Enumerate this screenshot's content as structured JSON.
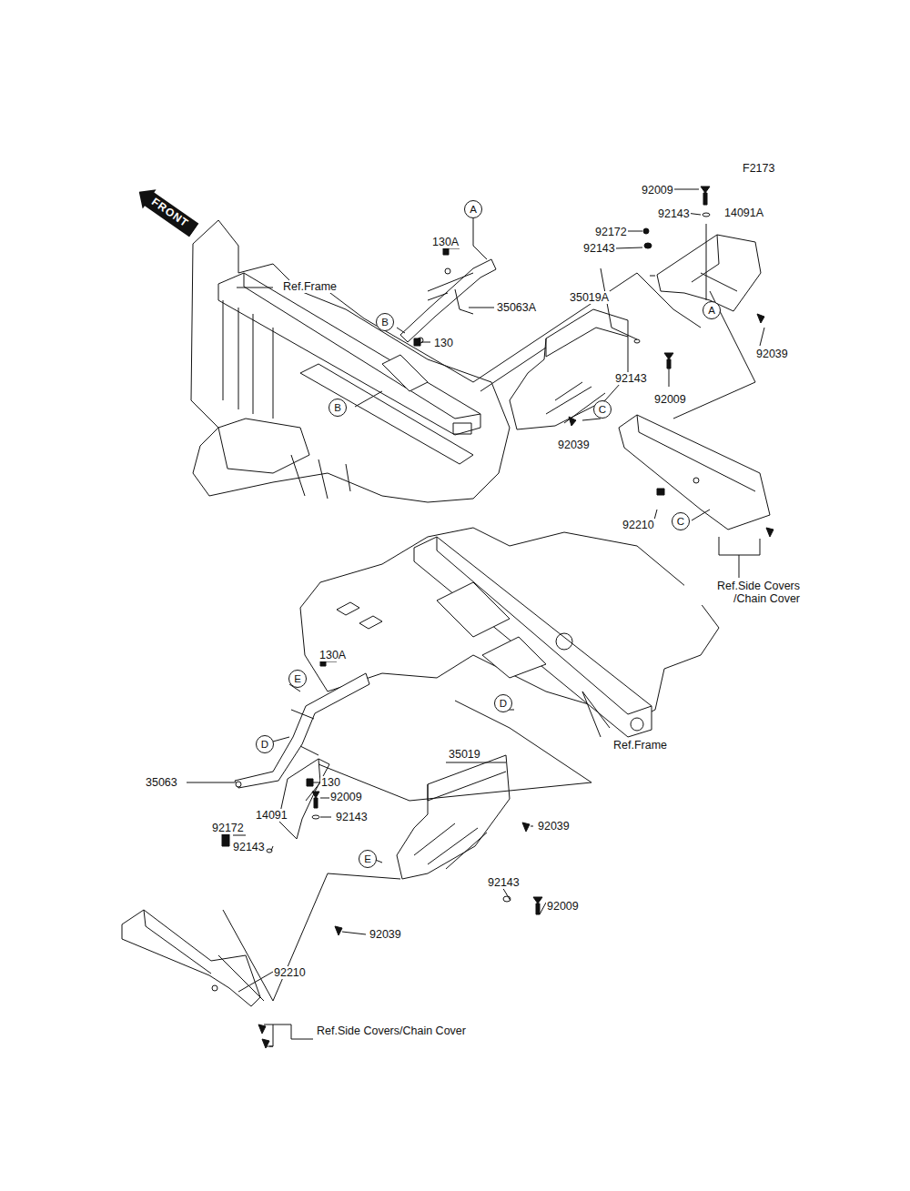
{
  "diagram": {
    "nodes": [
      {
        "text": [
          "FRONT"
        ]
      },
      {
        "text": [
          "A"
        ]
      },
      {
        "text": [
          "A"
        ]
      },
      {
        "text": [
          "B"
        ]
      },
      {
        "text": [
          "B"
        ]
      },
      {
        "text": [
          "C"
        ]
      },
      {
        "text": [
          "C"
        ]
      },
      {
        "text": [
          "E"
        ]
      },
      {
        "text": [
          "D"
        ]
      },
      {
        "text": [
          "D"
        ]
      },
      {
        "text": [
          "E"
        ]
      }
    ],
    "labels": [
      "F2173",
      "92009",
      "92143",
      "14091A",
      "92172",
      "92143",
      "130A",
      "Ref.Frame",
      "35063A",
      "35019A",
      "130",
      "92143",
      "92009",
      "92039",
      "92039",
      "92210",
      "Ref.Side Covers /Chain Cover",
      "130A",
      "Ref.Frame",
      "35019",
      "35063",
      "130",
      "92009",
      "14091",
      "92143",
      "92039",
      "92172",
      "92143",
      "92143",
      "92009",
      "92039",
      "92210",
      "Ref.Side Covers/Chain Cover"
    ]
  }
}
